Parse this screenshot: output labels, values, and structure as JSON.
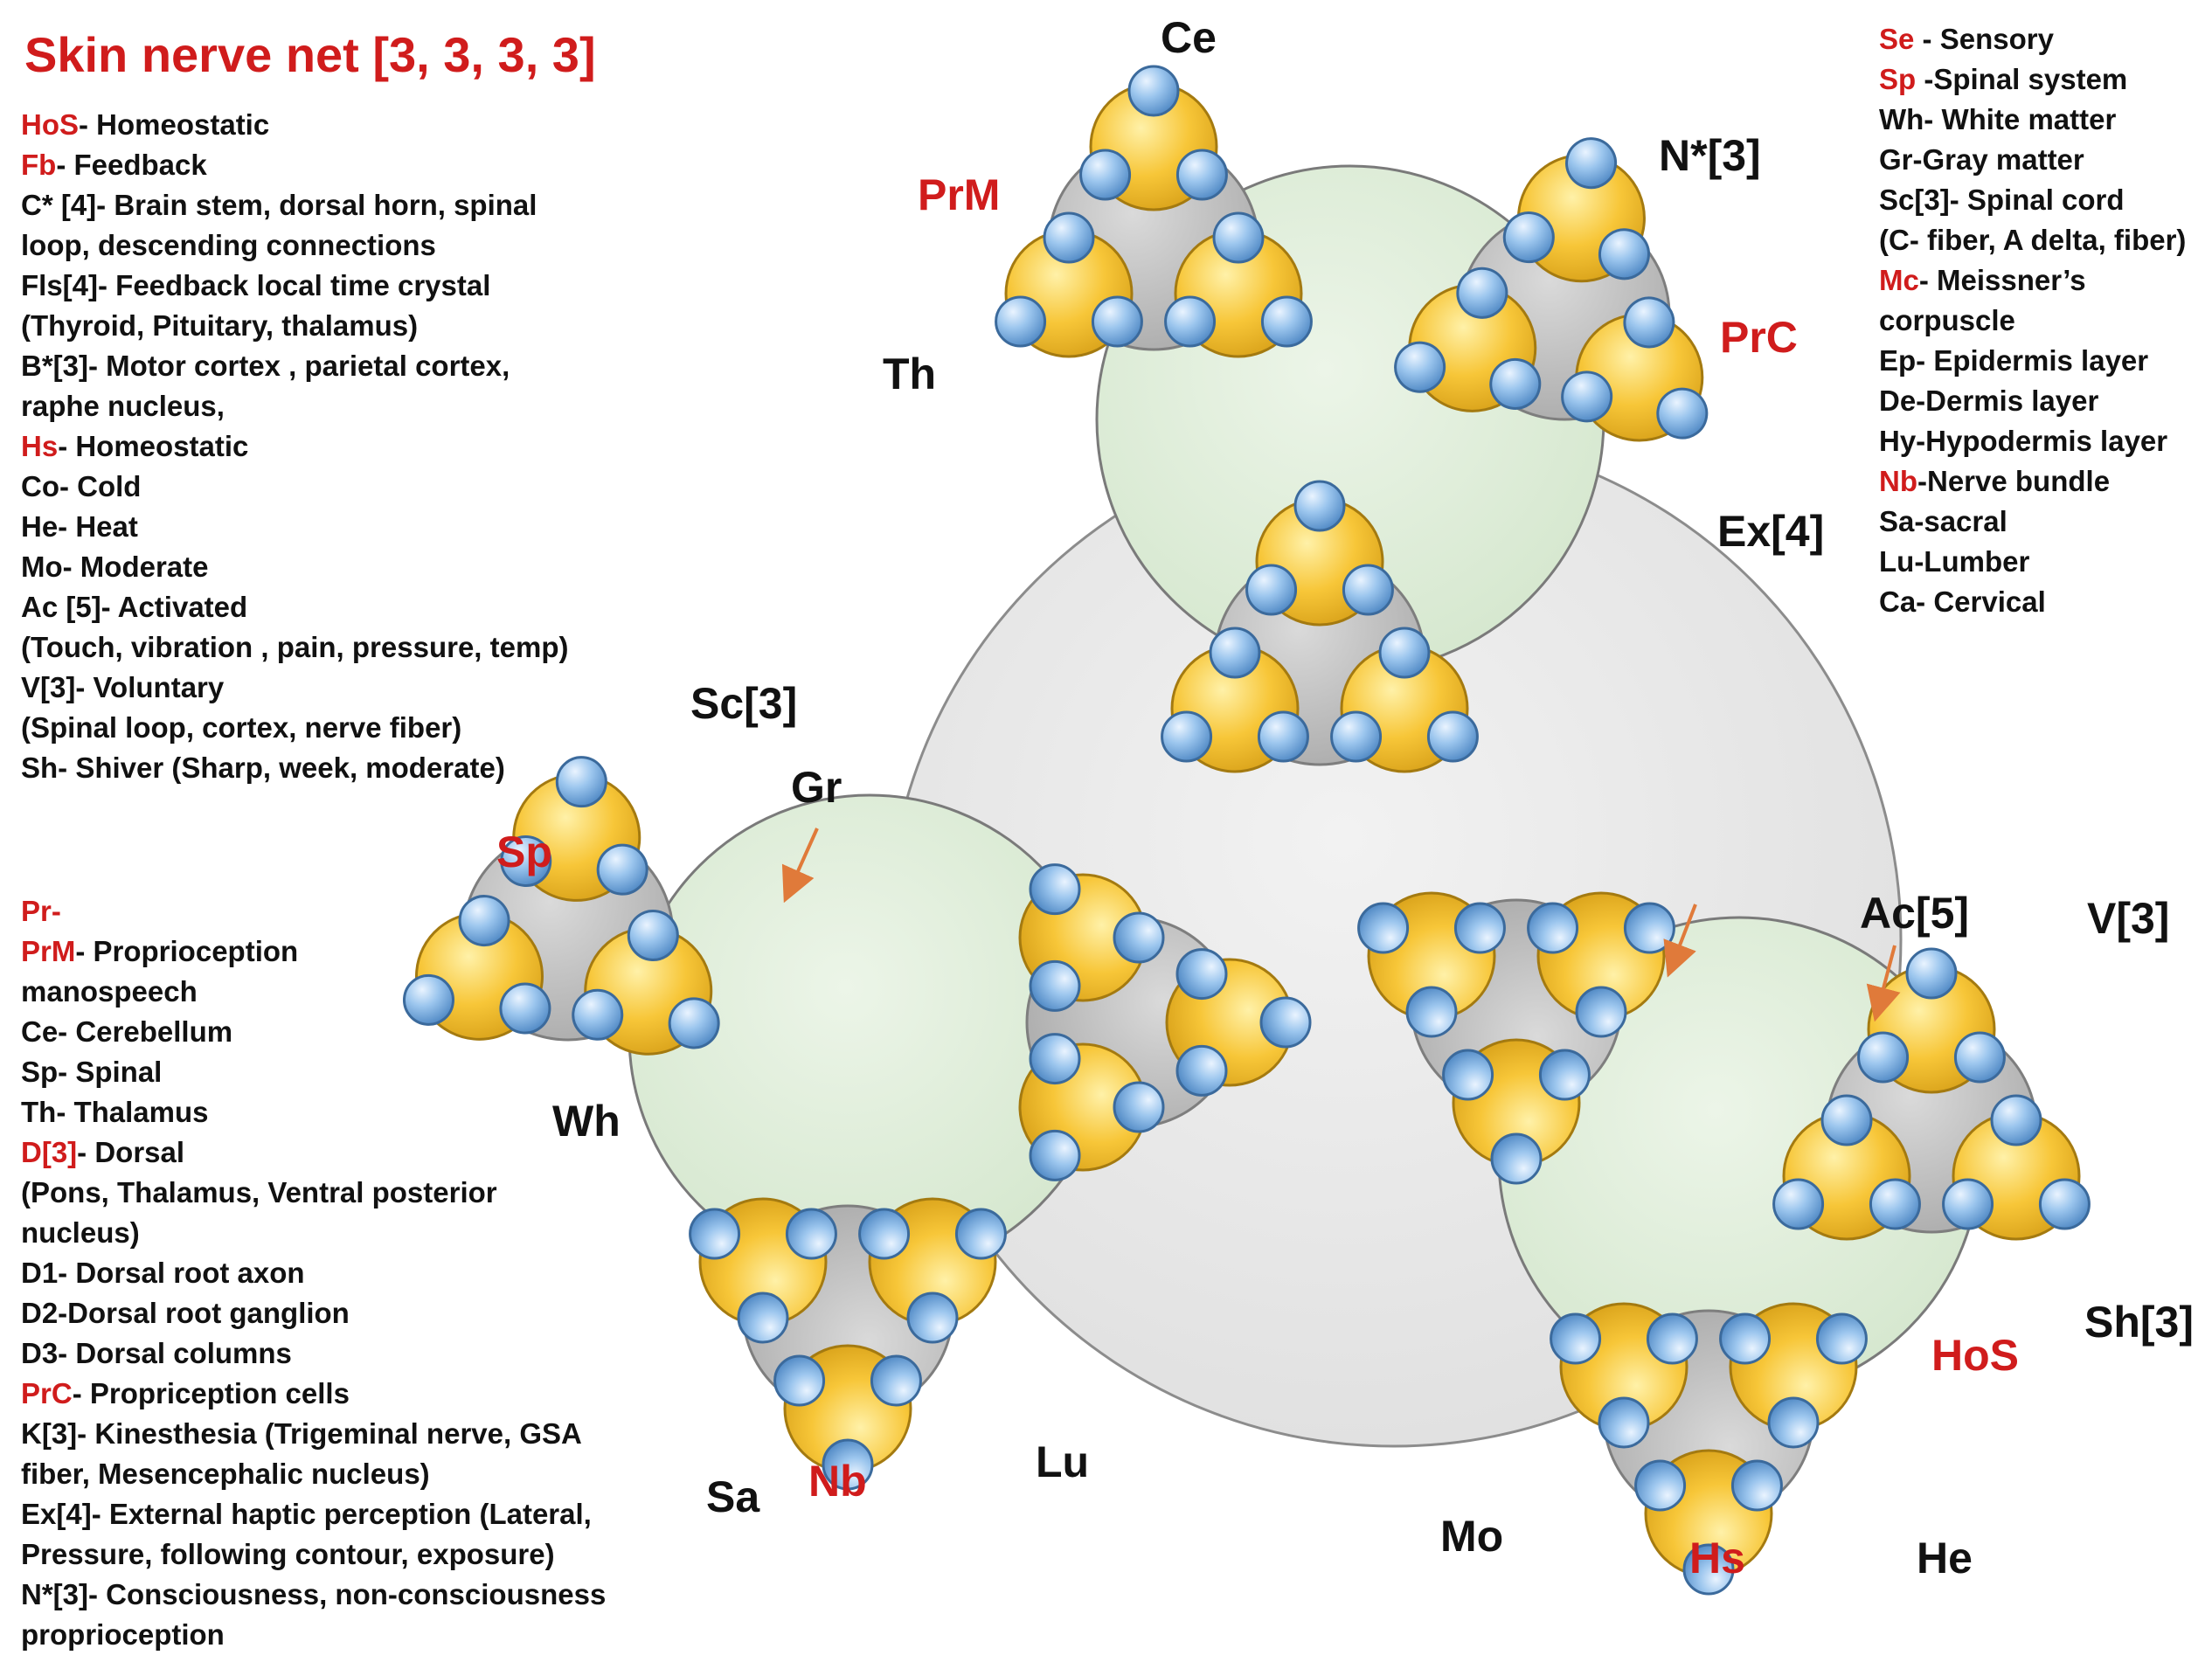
{
  "title": "Skin nerve net [3, 3, 3, 3]",
  "colors": {
    "accent_red": "#d01c1c",
    "center_fill": "#e9e9e9",
    "green_fill": "#dcebd6",
    "hub_fill": "#bdbdbd",
    "petal_fill": "#f7c638",
    "node_fill": "#8fbde8"
  },
  "legend_left_top": [
    {
      "code": "HoS",
      "text": "- Homeostatic"
    },
    {
      "code": "Fb",
      "text": "- Feedback"
    },
    {
      "code": "",
      "text": "C* [4]-  Brain stem, dorsal horn, spinal"
    },
    {
      "code": "",
      "text": "loop, descending connections"
    },
    {
      "code": "",
      "text": "Fls[4]- Feedback local time crystal"
    },
    {
      "code": "",
      "text": "(Thyroid, Pituitary, thalamus)"
    },
    {
      "code": "",
      "text": "B*[3]- Motor cortex , parietal cortex,"
    },
    {
      "code": "",
      "text": "raphe nucleus,"
    },
    {
      "code": "Hs",
      "text": "- Homeostatic"
    },
    {
      "code": "",
      "text": "Co- Cold"
    },
    {
      "code": "",
      "text": "He- Heat"
    },
    {
      "code": "",
      "text": "Mo- Moderate"
    },
    {
      "code": "",
      "text": "Ac [5]- Activated"
    },
    {
      "code": "",
      "text": "(Touch, vibration , pain, pressure, temp)"
    },
    {
      "code": "",
      "text": "V[3]- Voluntary"
    },
    {
      "code": "",
      "text": "(Spinal loop, cortex, nerve fiber)"
    },
    {
      "code": "",
      "text": "Sh- Shiver (Sharp, week, moderate)"
    }
  ],
  "legend_left_bottom": [
    {
      "code": "Pr-",
      "text": ""
    },
    {
      "code": "PrM",
      "text": "-  Proprioception"
    },
    {
      "code": "",
      "text": "manospeech"
    },
    {
      "code": "",
      "text": "Ce- Cerebellum"
    },
    {
      "code": "",
      "text": "Sp- Spinal"
    },
    {
      "code": "",
      "text": "Th- Thalamus"
    },
    {
      "code": "D[3]",
      "text": "- Dorsal"
    },
    {
      "code": "",
      "text": "(Pons, Thalamus, Ventral posterior"
    },
    {
      "code": "",
      "text": "nucleus)"
    },
    {
      "code": "",
      "text": "D1- Dorsal root axon"
    },
    {
      "code": "",
      "text": "D2-Dorsal root ganglion"
    },
    {
      "code": "",
      "text": "D3- Dorsal columns"
    },
    {
      "code": "PrC",
      "text": "- Propriception cells"
    },
    {
      "code": "",
      "text": "K[3]- Kinesthesia (Trigeminal nerve,  GSA"
    },
    {
      "code": "",
      "text": "fiber, Mesencephalic nucleus)"
    },
    {
      "code": "",
      "text": "Ex[4]- External haptic perception (Lateral,"
    },
    {
      "code": "",
      "text": "Pressure, following contour, exposure)"
    },
    {
      "code": "",
      "text": "N*[3]-  Consciousness, non-consciousness"
    },
    {
      "code": "",
      "text": "proprioception"
    }
  ],
  "legend_right": [
    {
      "code": "Se",
      "text": " - Sensory"
    },
    {
      "code": "Sp",
      "text": " -Spinal system"
    },
    {
      "code": "",
      "text": "Wh- White matter"
    },
    {
      "code": "",
      "text": "Gr-Gray matter"
    },
    {
      "code": "",
      "text": "Sc[3]- Spinal cord"
    },
    {
      "code": "",
      "text": "(C- fiber, A delta, fiber)"
    },
    {
      "code": "Mc",
      "text": "- Meissner’s"
    },
    {
      "code": "",
      "text": "corpuscle"
    },
    {
      "code": "",
      "text": "Ep- Epidermis layer"
    },
    {
      "code": "",
      "text": "De-Dermis layer"
    },
    {
      "code": "",
      "text": "Hy-Hypodermis layer"
    },
    {
      "code": "Nb",
      "text": "-Nerve bundle"
    },
    {
      "code": "",
      "text": "Sa-sacral"
    },
    {
      "code": "",
      "text": "Lu-Lumber"
    },
    {
      "code": "",
      "text": "Ca- Cervical"
    }
  ],
  "diagram_labels": {
    "ce": "Ce",
    "prm": "PrM",
    "th": "Th",
    "nstar": "N*[3]",
    "prc": "PrC",
    "ex": "Ex[4]",
    "sc": "Sc[3]",
    "sp": "Sp",
    "gr": "Gr",
    "wh": "Wh",
    "sa": "Sa",
    "nb": "Nb",
    "lu": "Lu",
    "ac": "Ac[5]",
    "v": "V[3]",
    "sh": "Sh[3]",
    "hos": "HoS",
    "mo": "Mo",
    "hs": "Hs",
    "he": "He"
  }
}
